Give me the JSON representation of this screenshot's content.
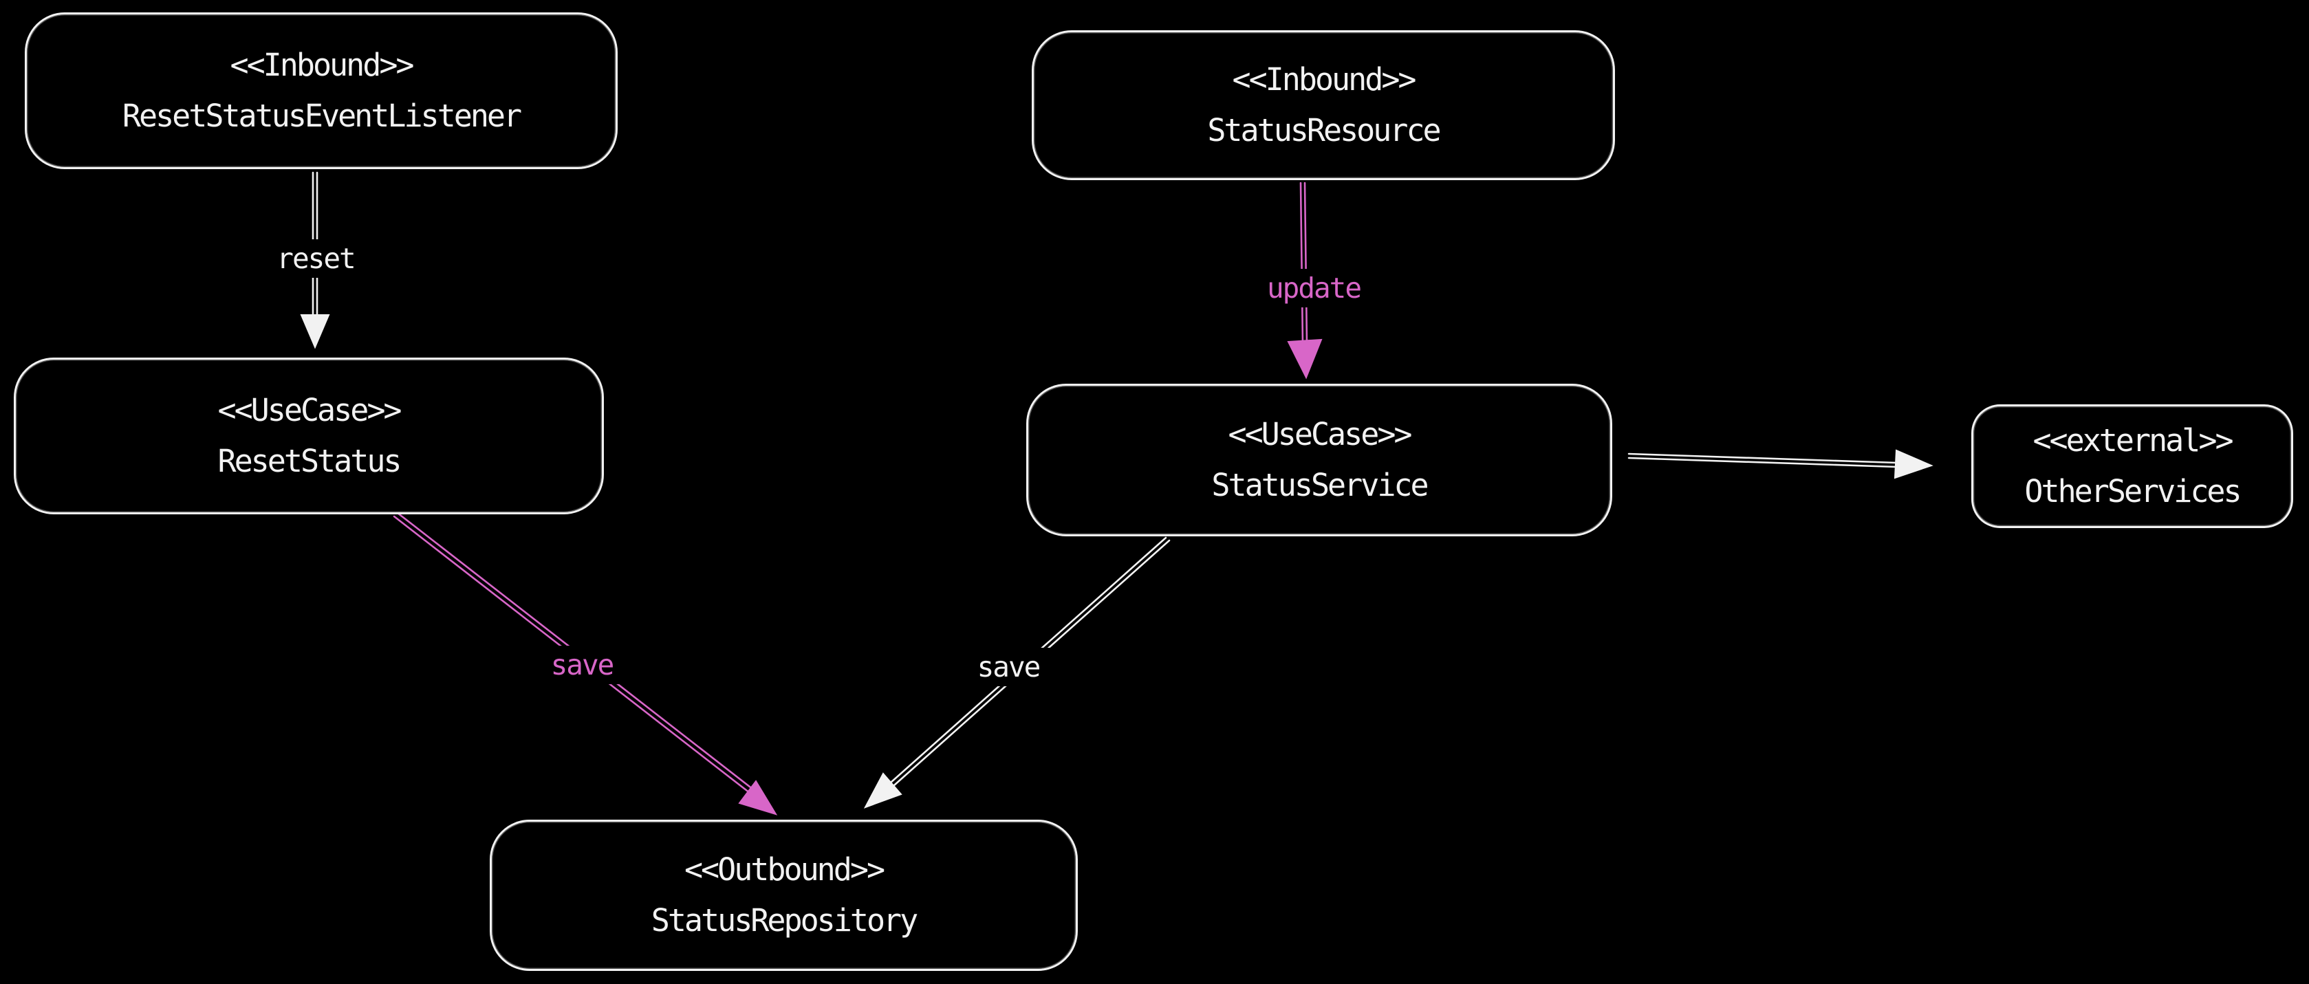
{
  "diagram": {
    "colors": {
      "bg": "#000000",
      "ink": "#f2f2f2",
      "accent": "#d866c8"
    },
    "nodes": [
      {
        "stereotype": "<<Inbound>>",
        "name": "ResetStatusEventListener"
      },
      {
        "stereotype": "<<Inbound>>",
        "name": "StatusResource"
      },
      {
        "stereotype": "<<UseCase>>",
        "name": "ResetStatus"
      },
      {
        "stereotype": "<<UseCase>>",
        "name": "StatusService"
      },
      {
        "stereotype": "<<external>>",
        "name": "OtherServices"
      },
      {
        "stereotype": "<<Outbound>>",
        "name": "StatusRepository"
      }
    ],
    "edges": {
      "reset": {
        "label": "reset",
        "color": "#f2f2f2"
      },
      "update": {
        "label": "update",
        "color": "#d866c8"
      },
      "save_from_reset_status": {
        "label": "save",
        "color": "#d866c8"
      },
      "save_from_status_service": {
        "label": "save",
        "color": "#f2f2f2"
      },
      "to_other_services": {
        "label": "",
        "color": "#f2f2f2"
      }
    }
  }
}
